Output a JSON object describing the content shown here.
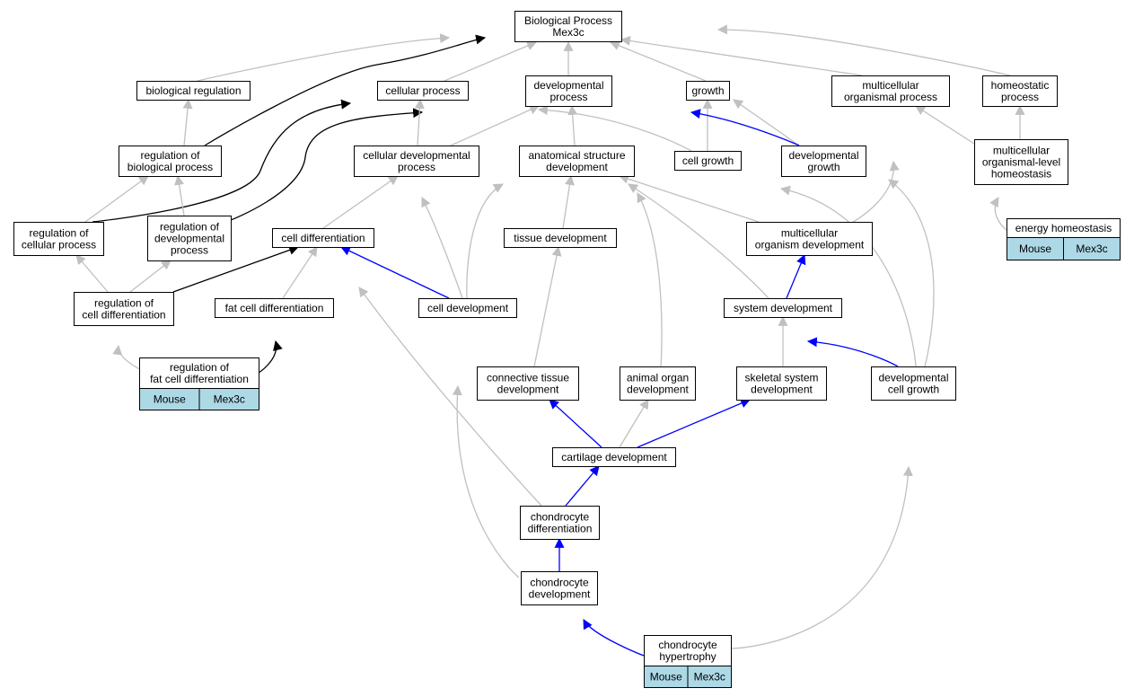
{
  "colors": {
    "is_a": "#c0c0c0",
    "part_of": "#0000ff",
    "regulates": "#000000",
    "annotation_fill": "#add8e6",
    "node_border": "#000000",
    "background": "#ffffff"
  },
  "nodes": [
    {
      "id": "bp",
      "lines": [
        "Biological Process",
        "Mex3c"
      ]
    },
    {
      "id": "bioreg",
      "lines": [
        "biological regulation"
      ]
    },
    {
      "id": "cellproc",
      "lines": [
        "cellular process"
      ]
    },
    {
      "id": "devproc",
      "lines": [
        "developmental",
        "process"
      ]
    },
    {
      "id": "growth",
      "lines": [
        "growth"
      ]
    },
    {
      "id": "multiproc",
      "lines": [
        "multicellular",
        "organismal process"
      ]
    },
    {
      "id": "homeo",
      "lines": [
        "homeostatic",
        "process"
      ]
    },
    {
      "id": "regbio",
      "lines": [
        "regulation of",
        "biological process"
      ]
    },
    {
      "id": "celldevproc",
      "lines": [
        "cellular developmental",
        "process"
      ]
    },
    {
      "id": "anatdev",
      "lines": [
        "anatomical structure",
        "development"
      ]
    },
    {
      "id": "cellgrowth",
      "lines": [
        "cell growth"
      ]
    },
    {
      "id": "devgrowth",
      "lines": [
        "developmental",
        "growth"
      ]
    },
    {
      "id": "multihomeo",
      "lines": [
        "multicellular",
        "organismal-level",
        "homeostasis"
      ]
    },
    {
      "id": "regcell",
      "lines": [
        "regulation of",
        "cellular process"
      ]
    },
    {
      "id": "regdev",
      "lines": [
        "regulation of",
        "developmental",
        "process"
      ]
    },
    {
      "id": "celldiff",
      "lines": [
        "cell differentiation"
      ]
    },
    {
      "id": "tissuedev",
      "lines": [
        "tissue development"
      ]
    },
    {
      "id": "multidev",
      "lines": [
        "multicellular",
        "organism development"
      ]
    },
    {
      "id": "energy",
      "lines": [
        "energy homeostasis"
      ],
      "annotations": [
        "Mouse",
        "Mex3c"
      ]
    },
    {
      "id": "regcelldiff",
      "lines": [
        "regulation of",
        "cell differentiation"
      ]
    },
    {
      "id": "fatdiff",
      "lines": [
        "fat cell differentiation"
      ]
    },
    {
      "id": "celldev",
      "lines": [
        "cell development"
      ]
    },
    {
      "id": "sysdev",
      "lines": [
        "system development"
      ]
    },
    {
      "id": "regfat",
      "lines": [
        "regulation of",
        "fat cell differentiation"
      ],
      "annotations": [
        "Mouse",
        "Mex3c"
      ]
    },
    {
      "id": "conndev",
      "lines": [
        "connective tissue",
        "development"
      ]
    },
    {
      "id": "organdev",
      "lines": [
        "animal organ",
        "development"
      ]
    },
    {
      "id": "skeldev",
      "lines": [
        "skeletal system",
        "development"
      ]
    },
    {
      "id": "devcellgrowth",
      "lines": [
        "developmental",
        "cell growth"
      ]
    },
    {
      "id": "cartdev",
      "lines": [
        "cartilage development"
      ]
    },
    {
      "id": "chondiff",
      "lines": [
        "chondrocyte",
        "differentiation"
      ]
    },
    {
      "id": "chondev",
      "lines": [
        "chondrocyte",
        "development"
      ]
    },
    {
      "id": "chonhyp",
      "lines": [
        "chondrocyte",
        "hypertrophy"
      ],
      "annotations": [
        "Mouse",
        "Mex3c"
      ]
    }
  ],
  "edges": [
    {
      "from": "bioreg",
      "to": "bp",
      "type": "is_a"
    },
    {
      "from": "cellproc",
      "to": "bp",
      "type": "is_a"
    },
    {
      "from": "devproc",
      "to": "bp",
      "type": "is_a"
    },
    {
      "from": "growth",
      "to": "bp",
      "type": "is_a"
    },
    {
      "from": "multiproc",
      "to": "bp",
      "type": "is_a"
    },
    {
      "from": "homeo",
      "to": "bp",
      "type": "is_a"
    },
    {
      "from": "regbio",
      "to": "bp",
      "type": "regulates"
    },
    {
      "from": "regbio",
      "to": "bioreg",
      "type": "is_a"
    },
    {
      "from": "regcell",
      "to": "regbio",
      "type": "is_a"
    },
    {
      "from": "regcell",
      "to": "cellproc",
      "type": "regulates"
    },
    {
      "from": "regdev",
      "to": "regbio",
      "type": "is_a"
    },
    {
      "from": "regdev",
      "to": "devproc",
      "type": "regulates"
    },
    {
      "from": "celldevproc",
      "to": "cellproc",
      "type": "is_a"
    },
    {
      "from": "celldevproc",
      "to": "devproc",
      "type": "is_a"
    },
    {
      "from": "anatdev",
      "to": "devproc",
      "type": "is_a"
    },
    {
      "from": "cellgrowth",
      "to": "growth",
      "type": "is_a"
    },
    {
      "from": "cellgrowth",
      "to": "cellproc",
      "type": "is_a"
    },
    {
      "from": "devgrowth",
      "to": "growth",
      "type": "is_a"
    },
    {
      "from": "devgrowth",
      "to": "devproc",
      "type": "part_of"
    },
    {
      "from": "multihomeo",
      "to": "homeo",
      "type": "is_a"
    },
    {
      "from": "multihomeo",
      "to": "multiproc",
      "type": "is_a"
    },
    {
      "from": "energy",
      "to": "multihomeo",
      "type": "is_a"
    },
    {
      "from": "celldiff",
      "to": "celldevproc",
      "type": "is_a"
    },
    {
      "from": "tissuedev",
      "to": "anatdev",
      "type": "is_a"
    },
    {
      "from": "multidev",
      "to": "anatdev",
      "type": "is_a"
    },
    {
      "from": "multidev",
      "to": "multiproc",
      "type": "is_a"
    },
    {
      "from": "regcelldiff",
      "to": "regcell",
      "type": "is_a"
    },
    {
      "from": "regcelldiff",
      "to": "regdev",
      "type": "is_a"
    },
    {
      "from": "regcelldiff",
      "to": "celldiff",
      "type": "regulates"
    },
    {
      "from": "fatdiff",
      "to": "celldiff",
      "type": "is_a"
    },
    {
      "from": "regfat",
      "to": "regcelldiff",
      "type": "is_a"
    },
    {
      "from": "regfat",
      "to": "fatdiff",
      "type": "regulates"
    },
    {
      "from": "celldev",
      "to": "celldiff",
      "type": "part_of"
    },
    {
      "from": "celldev",
      "to": "celldevproc",
      "type": "is_a"
    },
    {
      "from": "celldev",
      "to": "anatdev",
      "type": "is_a"
    },
    {
      "from": "sysdev",
      "to": "multidev",
      "type": "part_of"
    },
    {
      "from": "sysdev",
      "to": "anatdev",
      "type": "is_a"
    },
    {
      "from": "conndev",
      "to": "tissuedev",
      "type": "is_a"
    },
    {
      "from": "organdev",
      "to": "anatdev",
      "type": "is_a"
    },
    {
      "from": "skeldev",
      "to": "sysdev",
      "type": "is_a"
    },
    {
      "from": "devcellgrowth",
      "to": "celldev",
      "type": "part_of"
    },
    {
      "from": "devcellgrowth",
      "to": "cellgrowth",
      "type": "is_a"
    },
    {
      "from": "devcellgrowth",
      "to": "devgrowth",
      "type": "is_a"
    },
    {
      "from": "cartdev",
      "to": "conndev",
      "type": "part_of"
    },
    {
      "from": "cartdev",
      "to": "organdev",
      "type": "is_a"
    },
    {
      "from": "cartdev",
      "to": "skeldev",
      "type": "part_of"
    },
    {
      "from": "chondiff",
      "to": "cartdev",
      "type": "part_of"
    },
    {
      "from": "chondiff",
      "to": "celldiff",
      "type": "is_a"
    },
    {
      "from": "chondev",
      "to": "chondiff",
      "type": "part_of"
    },
    {
      "from": "chondev",
      "to": "celldev",
      "type": "is_a"
    },
    {
      "from": "chonhyp",
      "to": "chondev",
      "type": "part_of"
    },
    {
      "from": "chonhyp",
      "to": "devcellgrowth",
      "type": "is_a"
    }
  ]
}
